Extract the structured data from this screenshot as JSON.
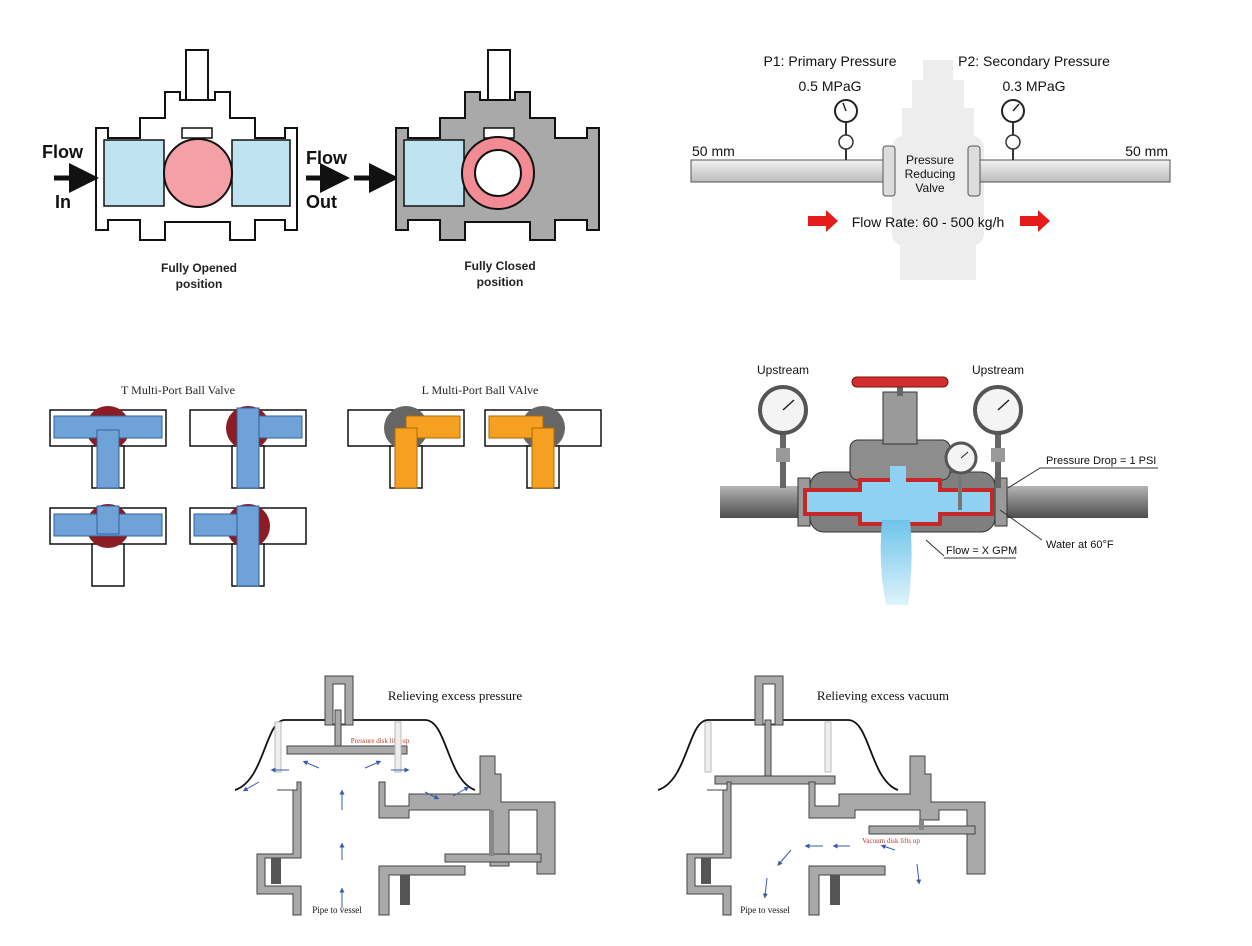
{
  "colors": {
    "water": "#bfe3f0",
    "ball": "#f5a0a6",
    "ball_ring": "#f28b93",
    "body_gray": "#a9a9a9",
    "port_blue": "#6fa3d8",
    "port_blue_dark": "#2f5f9e",
    "ball_red": "#8c1c24",
    "port_orange": "#f5a020",
    "ball_gray": "#666666",
    "pipe": "#8a8a8a",
    "arrow_red": "#e41c1c",
    "stroke": "#111111",
    "annot_red": "#c0392b",
    "annot_blue": "#3b5aa8"
  },
  "ball_valve": {
    "flow_in_line1": "Flow",
    "flow_in_line2": "In",
    "flow_out_line1": "Flow",
    "flow_out_line2": "Out",
    "opened_line1": "Fully Opened",
    "opened_line2": "position",
    "closed_line1": "Fully Closed",
    "closed_line2": "position"
  },
  "prv": {
    "p1_label": "P1: Primary Pressure",
    "p1_value": "0.5 MPaG",
    "p2_label": "P2: Secondary Pressure",
    "p2_value": "0.3 MPaG",
    "left_size": "50 mm",
    "right_size": "50 mm",
    "valve_line1": "Pressure",
    "valve_line2": "Reducing",
    "valve_line3": "Valve",
    "flow_rate": "Flow Rate: 60 - 500 kg/h"
  },
  "multiport": {
    "t_title": "T Multi-Port Ball Valve",
    "l_title": "L Multi-Port Ball VAlve"
  },
  "globe_valve": {
    "upstream_left": "Upstream",
    "upstream_right": "Upstream",
    "pressure_drop": "Pressure Drop = 1 PSI",
    "water_temp": "Water at 60°F",
    "flow": "Flow = X GPM"
  },
  "relief": {
    "pressure_title": "Relieving excess pressure",
    "pressure_disk": "Pressure disk lifts up",
    "pressure_pipe": "Pipe to vessel",
    "vacuum_title": "Relieving excess vacuum",
    "vacuum_disk": "Vacuum disk lifts up",
    "vacuum_pipe": "Pipe to vessel"
  }
}
